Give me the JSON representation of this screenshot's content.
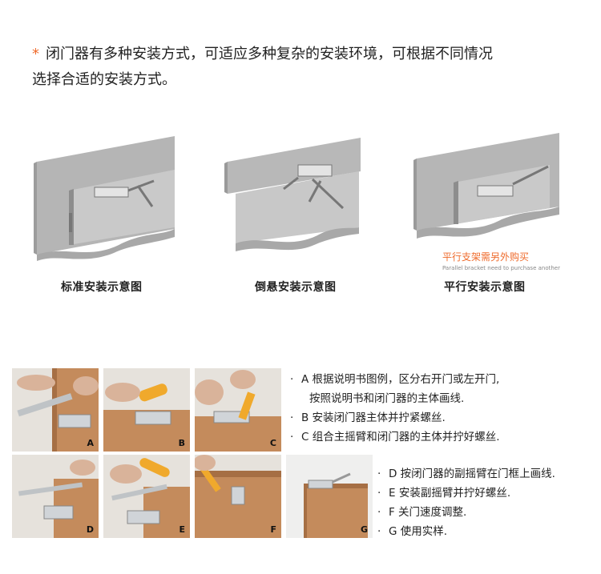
{
  "intro": {
    "star": "*",
    "line1": "闭门器有多种安装方式，可适应多种复杂的安装环境，可根据不同情况",
    "line2": "选择合适的安装方式。"
  },
  "diagrams": [
    {
      "caption": "标准安装示意图"
    },
    {
      "caption": "倒悬安装示意图"
    },
    {
      "caption": "平行安装示意图"
    }
  ],
  "parallel_note": {
    "cn": "平行支架需另外购买",
    "en": "Parallel bracket need to purchase another"
  },
  "photos": [
    {
      "label": "A"
    },
    {
      "label": "B"
    },
    {
      "label": "C"
    },
    {
      "label": "D"
    },
    {
      "label": "E"
    },
    {
      "label": "F"
    },
    {
      "label": "G"
    }
  ],
  "steps_top": [
    {
      "bullet": "·",
      "text": "A  根据说明书图例，区分右开门或左开门,"
    },
    {
      "bullet": "",
      "text": "按照说明书和闭门器的主体画线."
    },
    {
      "bullet": "·",
      "text": "B  安装闭门器主体并拧紧螺丝."
    },
    {
      "bullet": "·",
      "text": "C  组合主摇臂和闭门器的主体并拧好螺丝."
    }
  ],
  "steps_bottom": [
    {
      "bullet": "·",
      "text": "D  按闭门器的副摇臂在门框上画线."
    },
    {
      "bullet": "·",
      "text": "E  安装副摇臂并拧好螺丝."
    },
    {
      "bullet": "·",
      "text": "F  关门速度调整."
    },
    {
      "bullet": "·",
      "text": "G  使用实样."
    }
  ],
  "colors": {
    "accent": "#ef6b2c",
    "frame_gray": "#b9b9b9",
    "door_wood": "#c8895a"
  }
}
